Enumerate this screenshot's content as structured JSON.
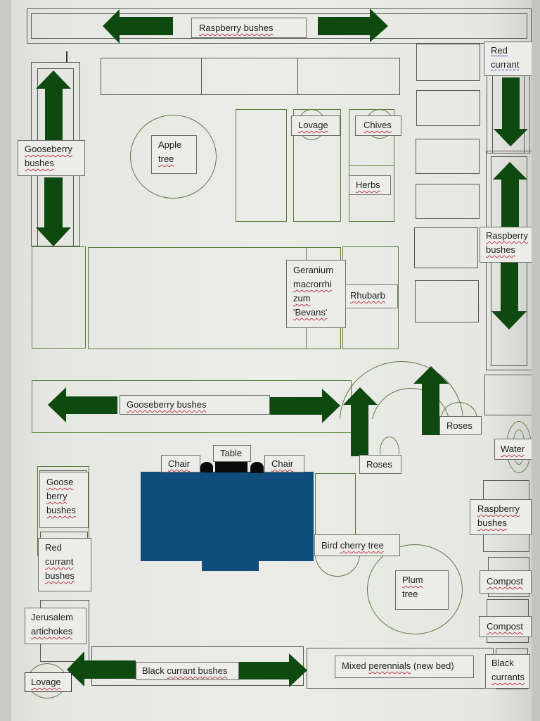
{
  "diagram": {
    "title": "Garden plan",
    "colors": {
      "arrow": "#0e4a10",
      "bed_outline": "#5a7d3a",
      "patio": "#0f4e7c",
      "label_bg": "#ecede9",
      "spellcheck_underline": "#c0394b"
    },
    "labels": {
      "raspberry_top": "Raspberry bushes",
      "red_currant_a": "Red",
      "red_currant_b": "currant",
      "gooseberry_left_a": "Gooseberry",
      "gooseberry_left_b": "bushes",
      "apple_a": "Apple",
      "apple_b": "tree",
      "lovage_top": "Lovage",
      "chives": "Chives",
      "herbs": "Herbs",
      "raspberry_right_a": "Raspberry",
      "raspberry_right_b": "bushes",
      "geranium_a": "Geranium",
      "geranium_b": "macrorrhi",
      "geranium_c": "zum",
      "geranium_d": "'Bevans'",
      "rhubarb": "Rhubarb",
      "gooseberry_mid": "Gooseberry bushes",
      "roses_right": "Roses",
      "roses_left": "Roses",
      "water": "Water",
      "table": "Table",
      "chair_left": "Chair",
      "chair_right": "Chair",
      "goose_a": "Goose",
      "goose_b": "berry",
      "goose_c": "bushes",
      "red_currant_bushes_a": "Red",
      "red_currant_bushes_b": "currant",
      "red_currant_bushes_c": "bushes",
      "raspberry_lower_a": "Raspberry",
      "raspberry_lower_b": "bushes",
      "bird_cherry_a": "Bird",
      "bird_cherry_b": "cherry tree",
      "plum_a": "Plum",
      "plum_b": "tree",
      "compost_1": "Compost",
      "compost_2": "Compost",
      "jerusalem_a": "Jerusalem",
      "jerusalem_b": "artichokes",
      "lovage_bottom": "Lovage",
      "black_currant_bushes_a": "Black",
      "black_currant_bushes_b": "currant bushes",
      "mixed_a": "Mixed",
      "mixed_b": "perennials",
      "mixed_c": "(new bed)",
      "black_currants_a": "Black",
      "black_currants_b": "currants"
    }
  }
}
